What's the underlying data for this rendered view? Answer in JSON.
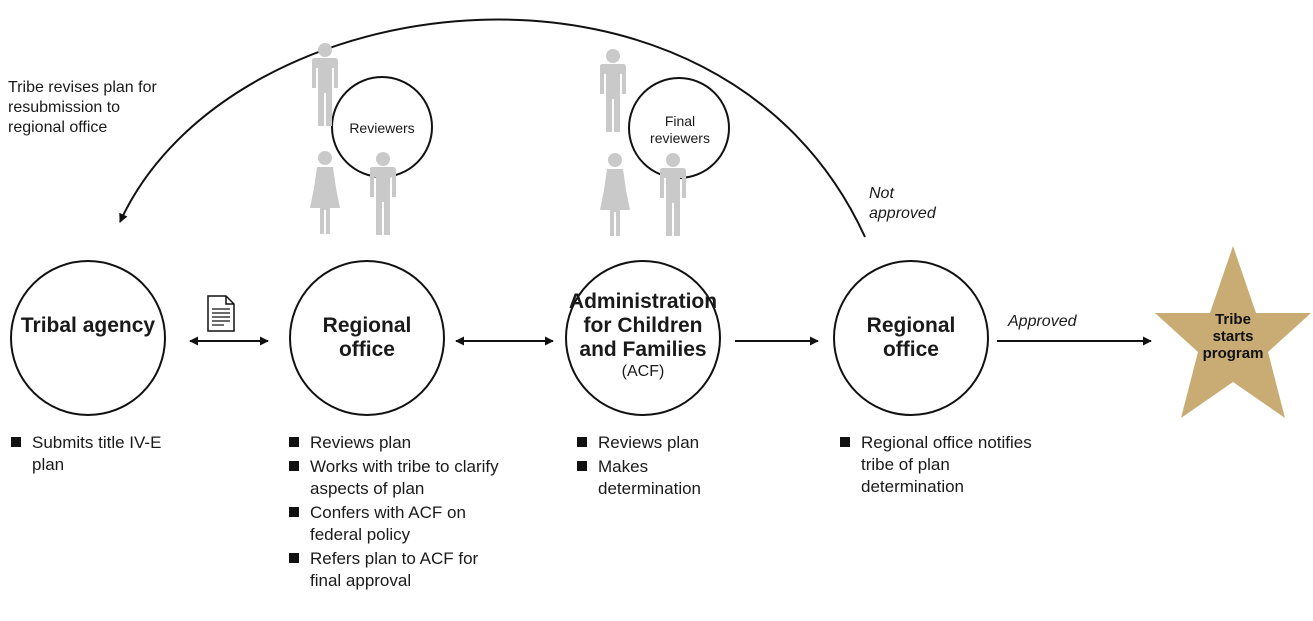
{
  "nodes": {
    "tribal_agency": "Tribal agency",
    "regional_office_1": "Regional office",
    "acf_title": "Administration for Children and Families",
    "acf_abbr": "(ACF)",
    "regional_office_2": "Regional office"
  },
  "reviewers": {
    "first": "Reviewers",
    "second": "Final reviewers"
  },
  "flow_labels": {
    "revise": "Tribe revises plan for resubmission to regional office",
    "not_approved": "Not approved",
    "approved": "Approved"
  },
  "star": {
    "label": "Tribe starts program",
    "color": "#c8ac74"
  },
  "steps": {
    "tribal_agency": [
      "Submits title IV-E plan"
    ],
    "regional_office_1": [
      "Reviews plan",
      "Works with tribe to clarify aspects of plan",
      "Confers with ACF on federal policy",
      "Refers plan to ACF for final approval"
    ],
    "acf": [
      "Reviews plan",
      "Makes determination"
    ],
    "regional_office_2": [
      "Regional office notifies tribe of plan determination"
    ]
  },
  "colors": {
    "person": "#c9c9c9",
    "line": "#111111"
  },
  "icons": {
    "document": "document-icon",
    "person": "person-icon"
  }
}
